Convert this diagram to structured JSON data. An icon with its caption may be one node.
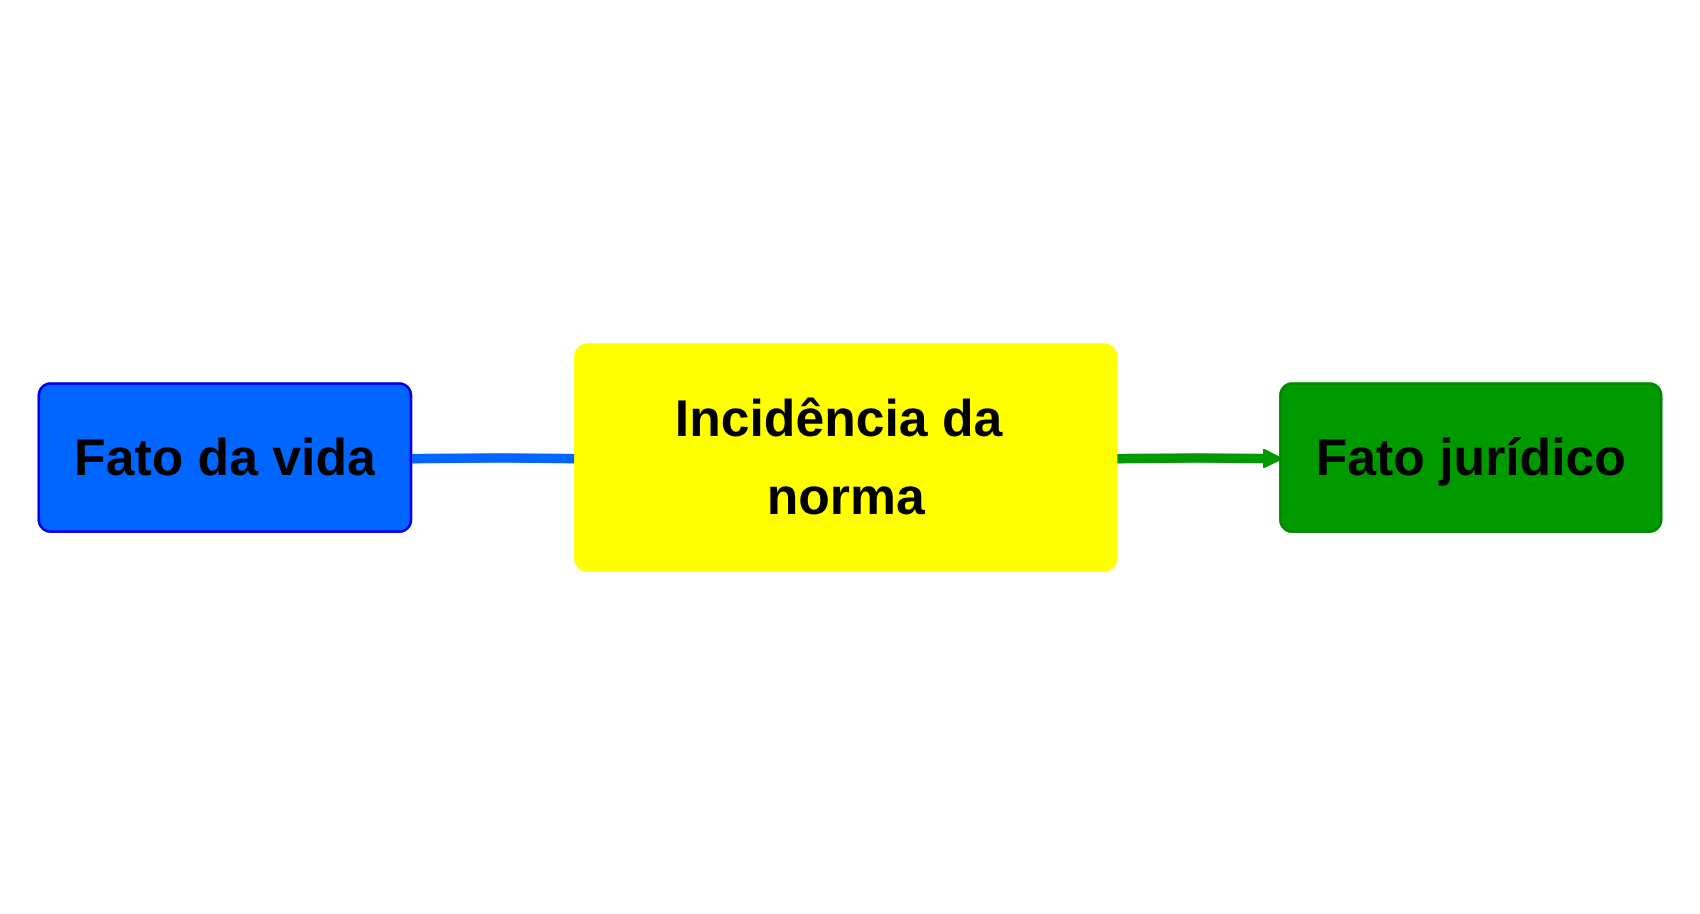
{
  "diagram": {
    "nodes": [
      {
        "text": [
          "Fato da vida"
        ]
      },
      {
        "text": [
          "Incidência da norma"
        ]
      },
      {
        "text": [
          "Fato jurídico"
        ]
      }
    ],
    "edges": [
      {
        "from": 0,
        "to": 1,
        "arrow": "none",
        "color": "#0066ff"
      },
      {
        "from": 1,
        "to": 2,
        "arrow": "to",
        "color": "#009900"
      }
    ]
  }
}
